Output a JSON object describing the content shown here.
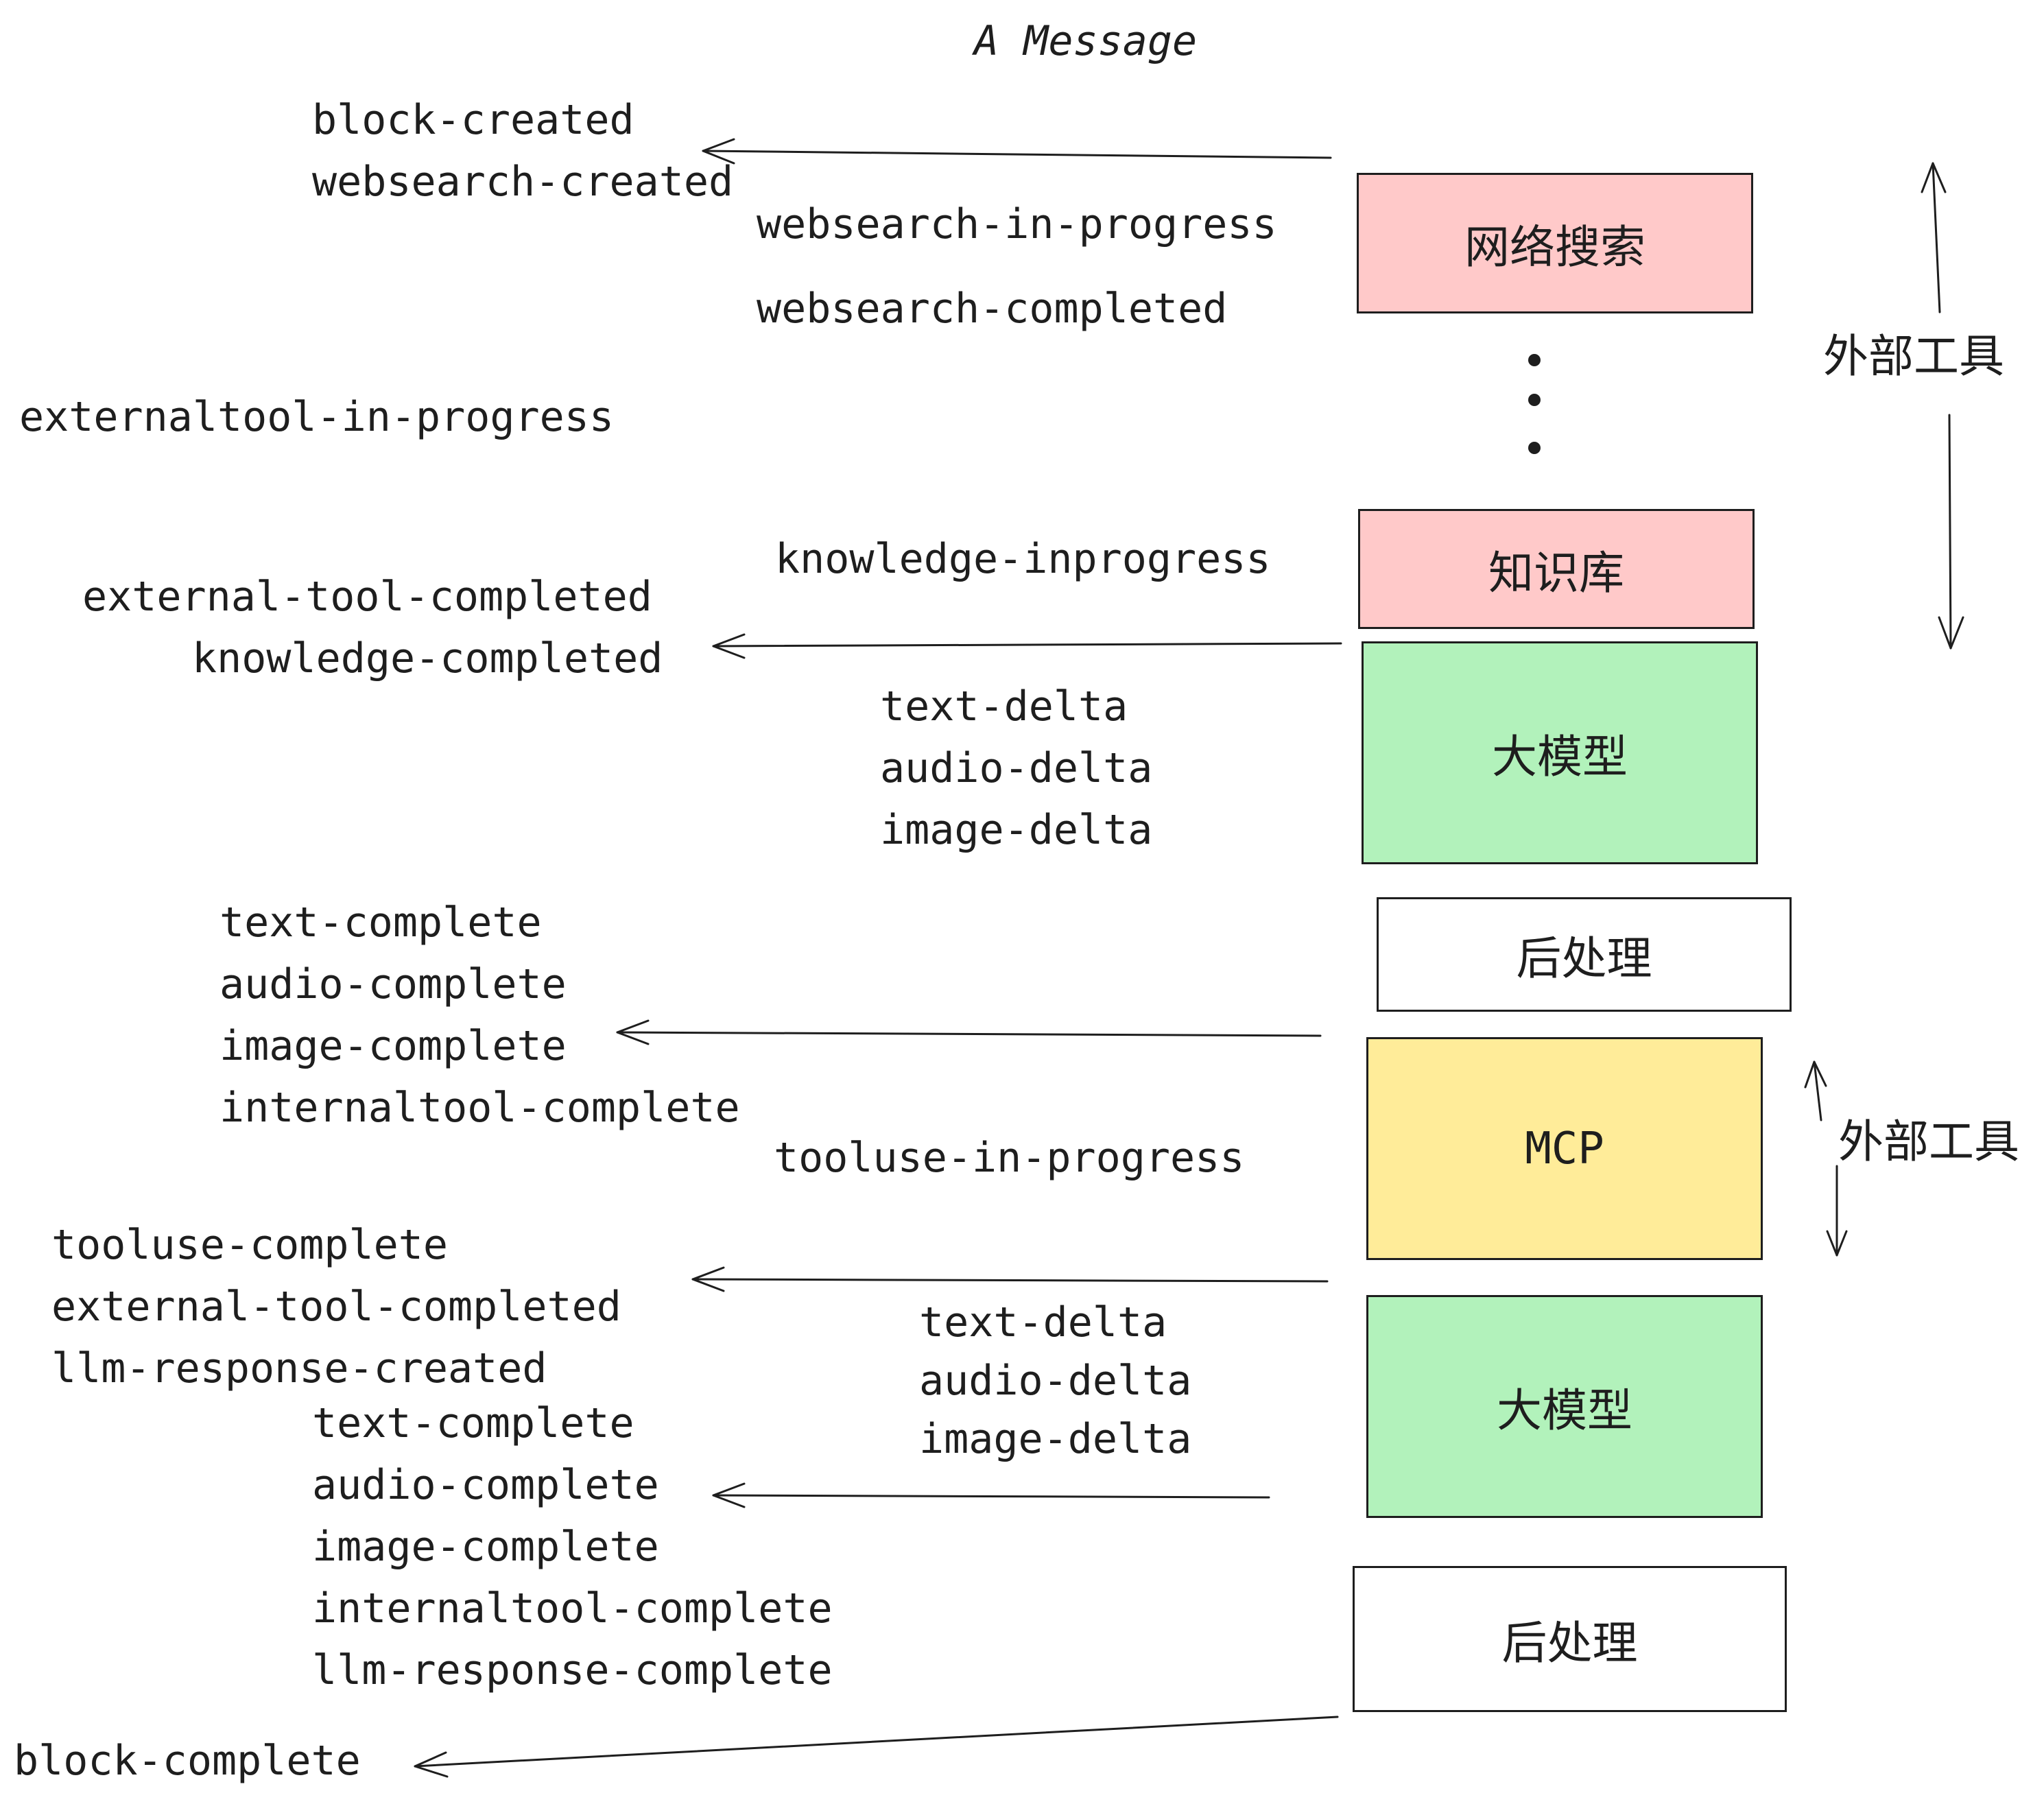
{
  "title": "A Message",
  "colors": {
    "stroke": "#1e1e1e",
    "tool_fill": "#ffc9c9",
    "llm_fill": "#b2f2bb",
    "mcp_fill": "#ffec99",
    "post_fill": "#ffffff"
  },
  "boxes": {
    "websearch": "网络搜索",
    "knowledge": "知识库",
    "llm1": "大模型",
    "post1": "后处理",
    "mcp": "MCP",
    "llm2": "大模型",
    "post2": "后处理"
  },
  "side_labels": {
    "external_tools_top": "外部工具",
    "external_tools_mcp": "外部工具"
  },
  "events": {
    "block_created": "block-created",
    "websearch_created": "websearch-created",
    "websearch_in_progress": "websearch-in-progress",
    "websearch_completed": "websearch-completed",
    "externaltool_in_progress": "externaltool-in-progress",
    "knowledge_inprogress": "knowledge-inprogress",
    "external_tool_completed_1": "external-tool-completed",
    "knowledge_completed": "knowledge-completed",
    "llm1_deltas": [
      "text-delta",
      "audio-delta",
      "image-delta"
    ],
    "post1_completes": [
      "text-complete",
      "audio-complete",
      "image-complete",
      "internaltool-complete"
    ],
    "tooluse_in_progress": "tooluse-in-progress",
    "mcp_completes": [
      "tooluse-complete",
      "external-tool-completed",
      "llm-response-created"
    ],
    "llm2_deltas": [
      "text-delta",
      "audio-delta",
      "image-delta"
    ],
    "post2_completes": [
      "text-complete",
      "audio-complete",
      "image-complete",
      "internaltool-complete",
      "llm-response-complete"
    ],
    "block_complete": "block-complete"
  }
}
